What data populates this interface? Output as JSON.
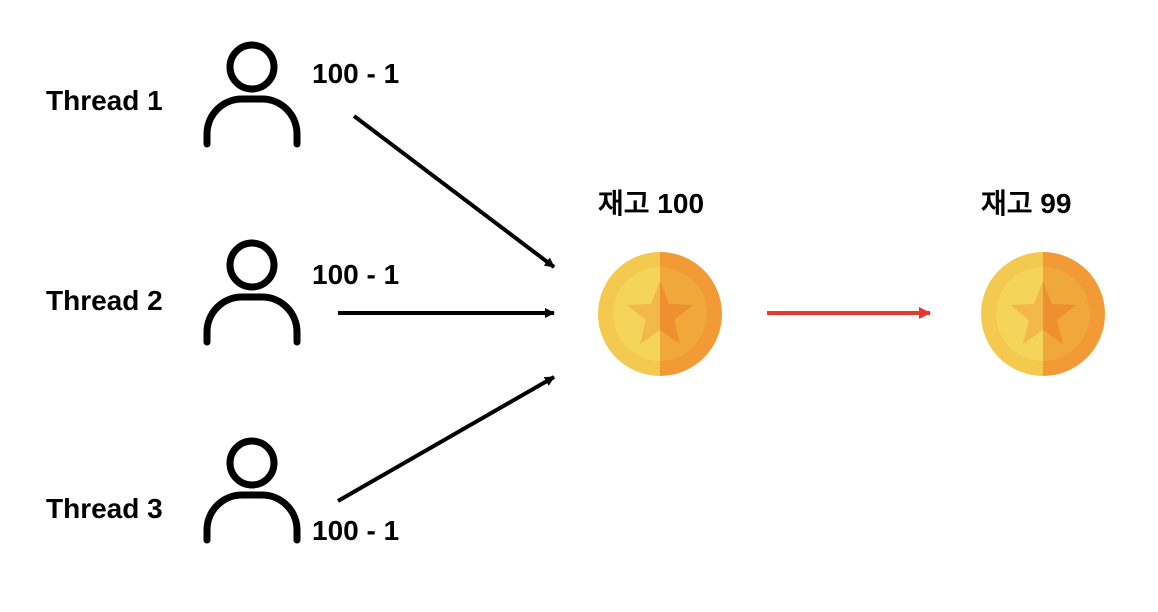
{
  "threads": [
    {
      "label": "Thread 1",
      "operation": "100 - 1"
    },
    {
      "label": "Thread 2",
      "operation": "100 - 1"
    },
    {
      "label": "Thread 3",
      "operation": "100 - 1"
    }
  ],
  "stock_before": {
    "label": "재고 100"
  },
  "stock_after": {
    "label": "재고 99"
  },
  "icons": {
    "user": "user-icon",
    "coin": "coin-star-icon"
  },
  "colors": {
    "arrow_black": "#000000",
    "arrow_red": "#e53a2f",
    "coin_left": "#f4c94f",
    "coin_right": "#f19a36",
    "coin_inner_left": "#f5d45a",
    "coin_inner_right": "#f0a83a",
    "star_left": "#f2b94a",
    "star_right": "#ee8f30"
  }
}
